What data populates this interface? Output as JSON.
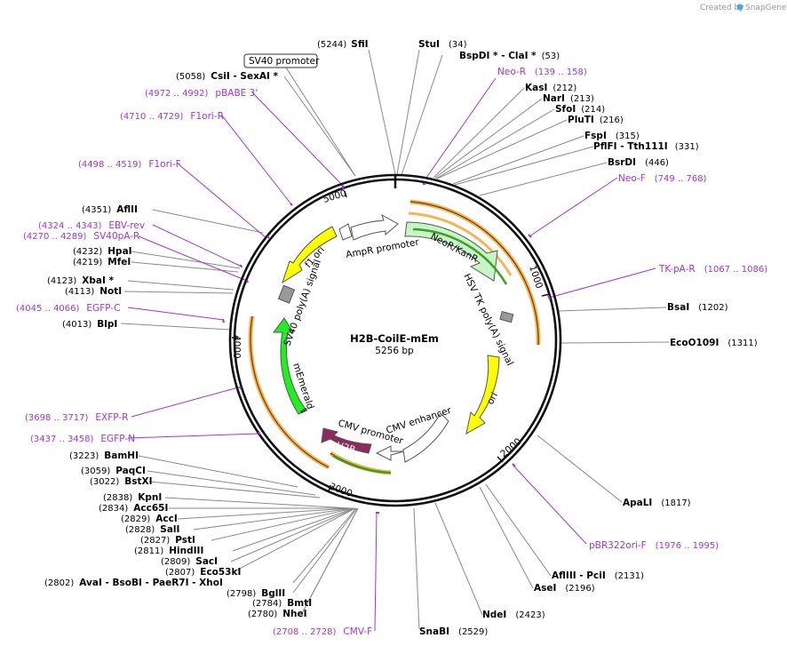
{
  "credit": {
    "prefix": "Created by",
    "brand": "SnapGene"
  },
  "plasmid": {
    "name": "H2B-CoilE-mEm",
    "size": "5256 bp"
  },
  "ticks": [
    "1000",
    "2000",
    "3000",
    "4000",
    "5000"
  ],
  "features": {
    "sv40_promoter": "SV40 promoter",
    "ampr_promoter": "AmpR promoter",
    "neor": "NeoR/KanR",
    "hsv_tk": "HSV TK poly(A) signal",
    "ori": "ori",
    "cmv_enhancer": "CMV enhancer",
    "cmv_promoter": "CMV promoter",
    "h2b": "H2B",
    "memerald": "mEmerald",
    "sv40_polya": "SV40 poly(A) signal",
    "f1_ori": "f1 ori"
  },
  "sites": [
    {
      "name": "SfiI",
      "pos": "(5244)"
    },
    {
      "name": "StuI",
      "pos": "(34)"
    },
    {
      "name": "BspDI *  - ClaI *",
      "pos": "(53)"
    },
    {
      "name": "KasI",
      "pos": "(212)"
    },
    {
      "name": "NarI",
      "pos": "(213)"
    },
    {
      "name": "SfoI",
      "pos": "(214)"
    },
    {
      "name": "PluTI",
      "pos": "(216)"
    },
    {
      "name": "FspI",
      "pos": "(315)"
    },
    {
      "name": "PflFI  - Tth111I",
      "pos": "(331)"
    },
    {
      "name": "BsrDI",
      "pos": "(446)"
    },
    {
      "name": "BsaI",
      "pos": "(1202)"
    },
    {
      "name": "EcoO109I",
      "pos": "(1311)"
    },
    {
      "name": "ApaLI",
      "pos": "(1817)"
    },
    {
      "name": "AflIII  - PciI",
      "pos": "(2131)"
    },
    {
      "name": "AseI",
      "pos": "(2196)"
    },
    {
      "name": "NdeI",
      "pos": "(2423)"
    },
    {
      "name": "SnaBI",
      "pos": "(2529)"
    },
    {
      "name": "NheI",
      "pos": "(2780)"
    },
    {
      "name": "BmtI",
      "pos": "(2784)"
    },
    {
      "name": "BglII",
      "pos": "(2798)"
    },
    {
      "name": "AvaI  - BsoBI  - PaeR7I  - XhoI",
      "pos": "(2802)"
    },
    {
      "name": "Eco53kI",
      "pos": "(2807)"
    },
    {
      "name": "SacI",
      "pos": "(2809)"
    },
    {
      "name": "HindIII",
      "pos": "(2811)"
    },
    {
      "name": "PstI",
      "pos": "(2827)"
    },
    {
      "name": "SalI",
      "pos": "(2828)"
    },
    {
      "name": "AccI",
      "pos": "(2829)"
    },
    {
      "name": "Acc65I",
      "pos": "(2834)"
    },
    {
      "name": "KpnI",
      "pos": "(2838)"
    },
    {
      "name": "BstXI",
      "pos": "(3022)"
    },
    {
      "name": "PaqCI",
      "pos": "(3059)"
    },
    {
      "name": "BamHI",
      "pos": "(3223)"
    },
    {
      "name": "BlpI",
      "pos": "(4013)"
    },
    {
      "name": "NotI",
      "pos": "(4113)"
    },
    {
      "name": "XbaI *",
      "pos": "(4123)"
    },
    {
      "name": "MfeI",
      "pos": "(4219)"
    },
    {
      "name": "HpaI",
      "pos": "(4232)"
    },
    {
      "name": "AflII",
      "pos": "(4351)"
    },
    {
      "name": "CsiI  - SexAI *",
      "pos": "(5058)"
    }
  ],
  "primers": [
    {
      "name": "Neo-R",
      "range": "(139 .. 158)"
    },
    {
      "name": "Neo-F",
      "range": "(749 .. 768)"
    },
    {
      "name": "TK-pA-R",
      "range": "(1067 .. 1086)"
    },
    {
      "name": "pBR322ori-F",
      "range": "(1976 .. 1995)"
    },
    {
      "name": "CMV-F",
      "range": "(2708 .. 2728)"
    },
    {
      "name": "EGFP-N",
      "range": "(3437 .. 3458)"
    },
    {
      "name": "EXFP-R",
      "range": "(3698 .. 3717)"
    },
    {
      "name": "EGFP-C",
      "range": "(4045 .. 4066)"
    },
    {
      "name": "SV40pA-R",
      "range": "(4270 .. 4289)"
    },
    {
      "name": "EBV-rev",
      "range": "(4324 .. 4343)"
    },
    {
      "name": "F1ori-F",
      "range": "(4498 .. 4519)"
    },
    {
      "name": "F1ori-R",
      "range": "(4710 .. 4729)"
    },
    {
      "name": "pBABE 3'",
      "range": "(4972 .. 4992)"
    }
  ],
  "colors": {
    "primer": "#a335d3",
    "neor": "#c8f5c8",
    "ori": "#ffff00",
    "memerald": "#22ee22",
    "h2b": "#8e2a5e",
    "f1ori": "#ffff00",
    "orf": "#f5b554"
  }
}
